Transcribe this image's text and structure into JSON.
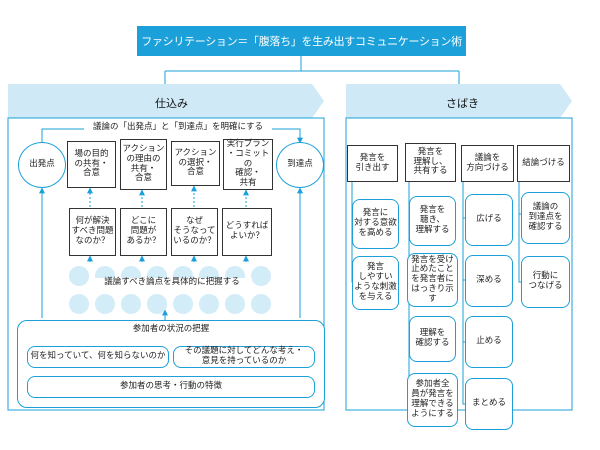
{
  "title": "ファシリテーション＝「腹落ち」を生み出すコミュニケーション術",
  "left_band": "仕込み",
  "right_band": "さばき",
  "clarify_label": "議論の「出発点」と「到達点」を明確にする",
  "start_point": "出発点",
  "end_point": "到達点",
  "shikomi_steps": [
    "場の目的\nの共有・\n合意",
    "アクション\nの理由の\n共有・\n合意",
    "アクション\nの選択・\n合意",
    "実行プラン\n・コミットの\n確認・\n共有"
  ],
  "questions": [
    "何が解決\nすべき問題\nなのか？",
    "どこに\n問題が\nあるか？",
    "なぜ\nそうなって\nいるのか？",
    "どうすれば\nよいか？"
  ],
  "issues_label": "議論すべき論点を具体的に把握する",
  "participants": {
    "title": "参加者の状況の把握",
    "item1": "何を知っていて、何を知らないのか",
    "item2": "その議題に対してどんな考え・\n意見を持っているのか",
    "item3": "参加者の思考・行動の特徴"
  },
  "sabaki_headers": [
    "発言を\n引き出す",
    "発言を\n理解し、\n共有する",
    "議論を\n方向づける",
    "結論づける"
  ],
  "col1_items": [
    "発言に\n対する意欲\nを高める",
    "発言\nしやすい\nような刺激\nを与える"
  ],
  "col2_items": [
    "発言を\n聴き、\n理解する",
    "発言を受け\n止めたこと\nを発言者に\nはっきり示す",
    "理解を\n確認する",
    "参加者全\n員が発言を\n理解できる\nようにする"
  ],
  "col3_items": [
    "広げる",
    "深める",
    "止める",
    "まとめる"
  ],
  "col4_items": [
    "議論の\n到達点を\n確認する",
    "行動に\nつなげる"
  ],
  "colors": {
    "accent": "#1ba0d9",
    "band": "#cfe9f7",
    "dot": "#d2ecf8"
  }
}
